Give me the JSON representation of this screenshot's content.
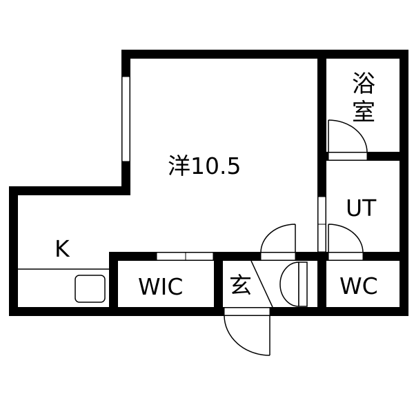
{
  "floor_plan": {
    "rooms": [
      {
        "id": "western",
        "label": "洋10.5"
      },
      {
        "id": "bath",
        "label_line1": "浴",
        "label_line2": "室"
      },
      {
        "id": "utility",
        "label": "UT"
      },
      {
        "id": "kitchen",
        "label": "K"
      },
      {
        "id": "walk-in-closet",
        "label": "WIC"
      },
      {
        "id": "entrance",
        "label": "玄"
      },
      {
        "id": "toilet",
        "label": "WC"
      }
    ],
    "colors": {
      "wall": "#000000",
      "background": "#ffffff"
    }
  }
}
